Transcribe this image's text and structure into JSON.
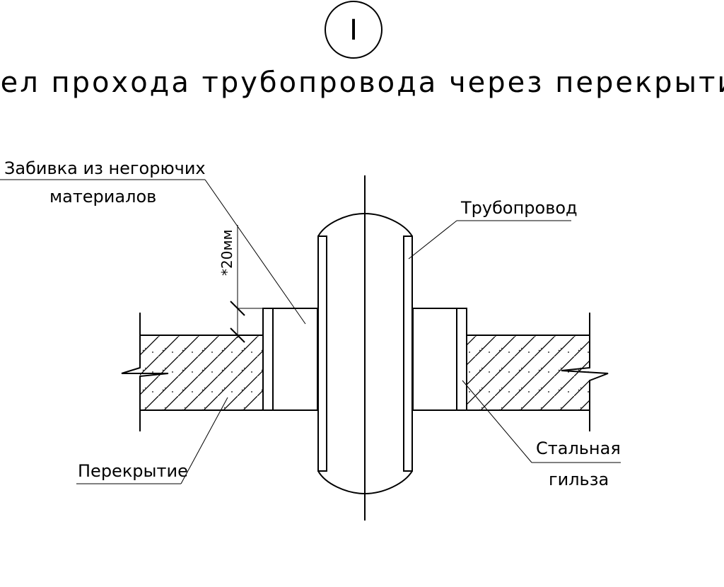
{
  "detail_marker": "I",
  "title": "Узел прохода трубопровода через перекрытие",
  "labels": {
    "packing_line1": "Забивка из негорючих",
    "packing_line2": "материалов",
    "pipeline": "Трубопровод",
    "slab": "Перекрытие",
    "sleeve_line1": "Стальная",
    "sleeve_line2": "гильза",
    "gap_dimension": "*20мм"
  }
}
